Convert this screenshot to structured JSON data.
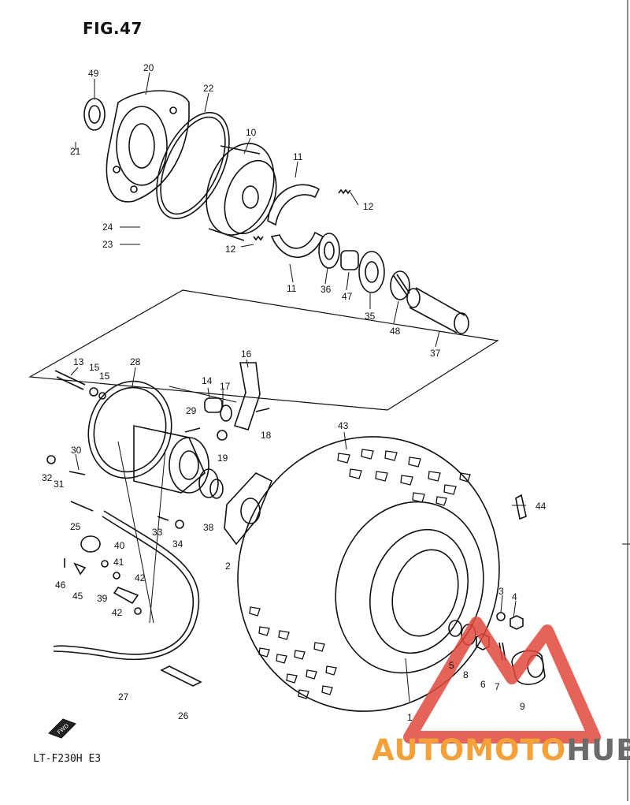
{
  "title": "FIG.47",
  "model": "LT-F230H E3",
  "fwd_label": "FWD",
  "parts": [
    "49",
    "20",
    "22",
    "10",
    "11",
    "12",
    "21",
    "24",
    "23",
    "12",
    "11",
    "36",
    "47",
    "35",
    "48",
    "37",
    "13",
    "15",
    "15",
    "28",
    "16",
    "14",
    "17",
    "29",
    "18",
    "19",
    "30",
    "32",
    "31",
    "25",
    "33",
    "34",
    "38",
    "2",
    "43",
    "44",
    "40",
    "41",
    "46",
    "45",
    "42",
    "39",
    "42",
    "27",
    "26",
    "3",
    "4",
    "5",
    "8",
    "6",
    "7",
    "9",
    "1"
  ],
  "watermark": {
    "part1": "AUTOMOTO",
    "part2": "HUB",
    "colors": {
      "orange": "#f4a13a",
      "red": "#e0483b",
      "grey": "#6b6b6b"
    }
  }
}
